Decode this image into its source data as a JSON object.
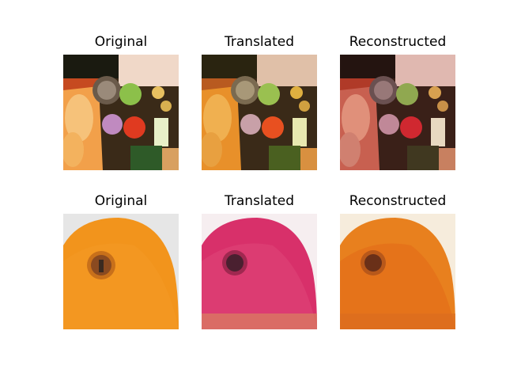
{
  "figure": {
    "rows": [
      {
        "panels": [
          {
            "title": "Original",
            "image": "vegetables-photo"
          },
          {
            "title": "Translated",
            "image": "vegetables-translated"
          },
          {
            "title": "Reconstructed",
            "image": "vegetables-reconstructed"
          }
        ]
      },
      {
        "panels": [
          {
            "title": "Original",
            "image": "orange-photo"
          },
          {
            "title": "Translated",
            "image": "orange-translated-pink"
          },
          {
            "title": "Reconstructed",
            "image": "orange-reconstructed"
          }
        ]
      }
    ]
  }
}
